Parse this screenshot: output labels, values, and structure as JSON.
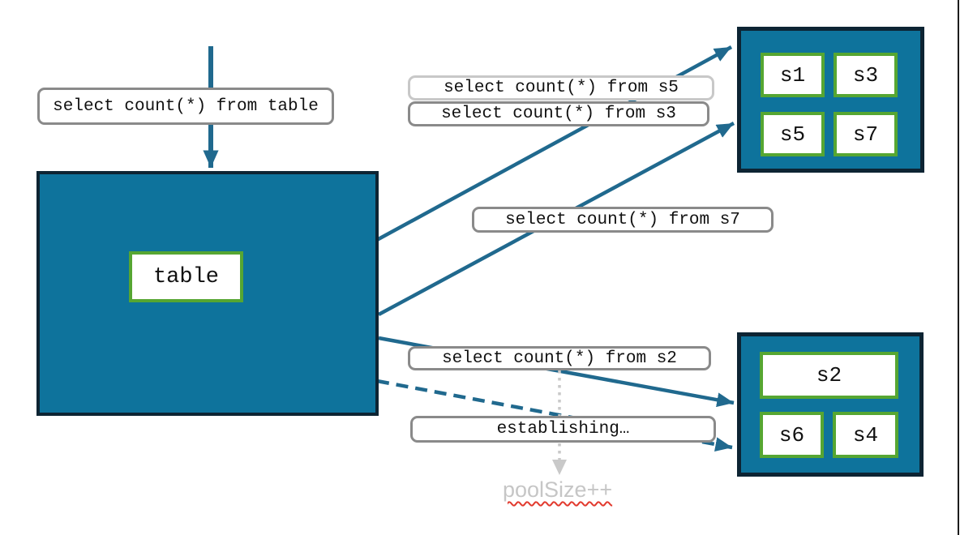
{
  "diagram": {
    "queries": {
      "table": "select count(*) from table",
      "s5": "select count(*) from s5",
      "s3": "select count(*) from s3",
      "s7": "select count(*) from s7",
      "s2": "select count(*) from s2"
    },
    "status_label": "establishing…",
    "annotation": "poolSize++",
    "source_box": {
      "label": "table"
    },
    "shard_box_top": {
      "cells": [
        "s1",
        "s3",
        "s5",
        "s7"
      ]
    },
    "shard_box_bottom": {
      "cells": [
        "s2",
        "s6",
        "s4"
      ]
    },
    "colors": {
      "box_fill": "#0e739c",
      "box_border": "#0d2433",
      "arrow_teal": "#20698e",
      "cell_border_green": "#56a632",
      "label_border_grey": "#8a8a8a",
      "label_border_light_grey": "#c8c8c8",
      "dotted_arrow_grey": "#c9c9c9",
      "muted_text_grey": "#c6c6c6",
      "spellcheck_red": "#e23a2e"
    }
  }
}
